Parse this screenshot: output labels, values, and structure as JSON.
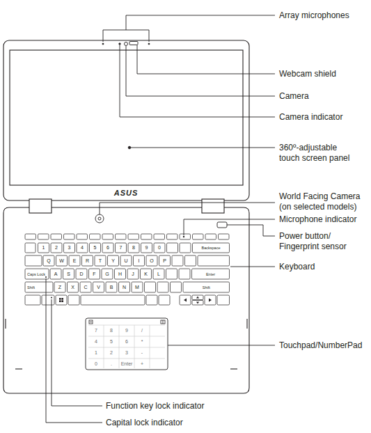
{
  "diagram": {
    "labels": [
      "Array microphones",
      "Webcam shield",
      "Camera",
      "Camera indicator",
      "360º-adjustable touch screen panel",
      "ASUS",
      "World Facing Camera (on selected models)",
      "Microphone indicator",
      "Power button/ Fingerprint sensor",
      "Keyboard",
      "1",
      "2",
      "3",
      "4",
      "5",
      "6",
      "7",
      "8",
      "9",
      "0",
      "Backspace",
      "Q",
      "W",
      "E",
      "R",
      "T",
      "Y",
      "U",
      "I",
      "O",
      "P",
      "Caps Lock",
      "A",
      "S",
      "D",
      "F",
      "G",
      "H",
      "J",
      "K",
      "L",
      "Enter",
      "Shift",
      "Z",
      "X",
      "C",
      "V",
      "B",
      "N",
      "M",
      "Shift",
      "7",
      "8",
      "9",
      "/",
      "4",
      "5",
      "6",
      "*",
      "1",
      "2",
      "3",
      "-",
      "0",
      ".",
      "Enter",
      "+",
      "Touchpad/NumberPad",
      "Function key lock indicator",
      "Capital lock indicator"
    ]
  }
}
